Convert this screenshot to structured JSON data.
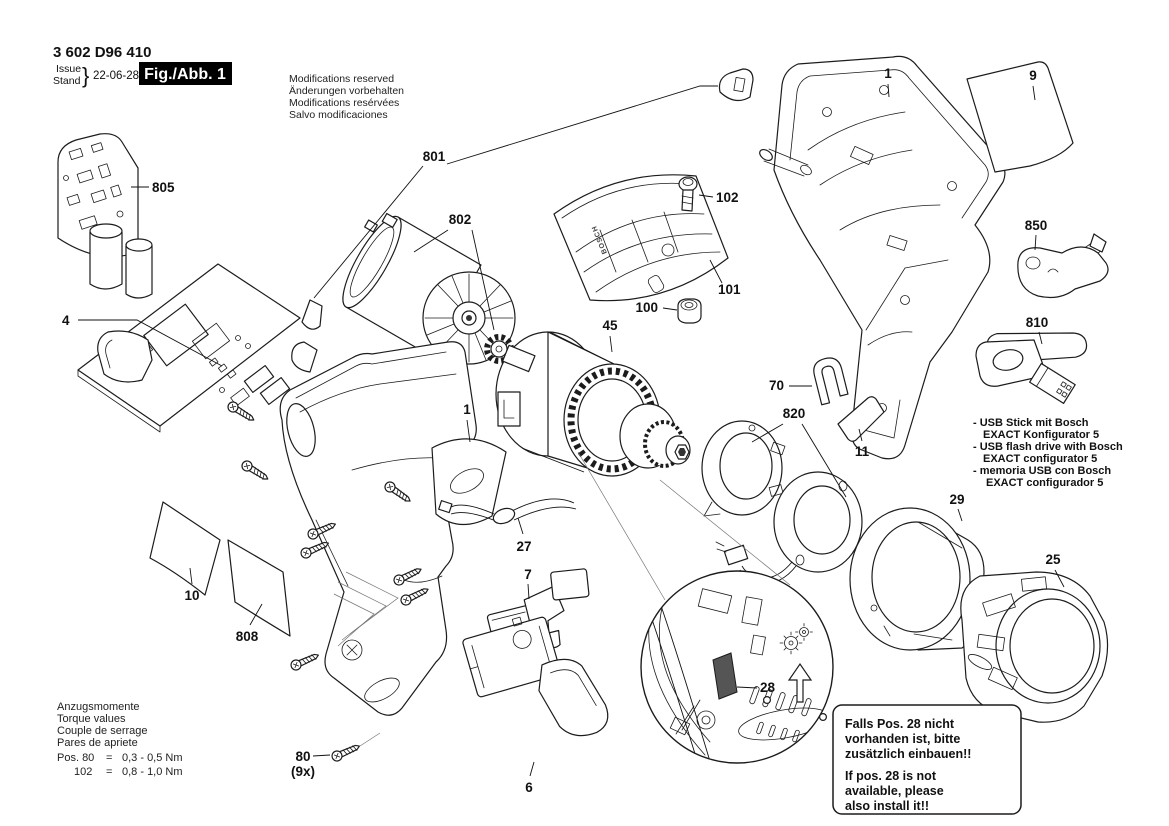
{
  "doc": {
    "part_number": "3 602 D96 410",
    "issue_label": "Issue",
    "stand_label": "Stand",
    "brace": "}",
    "date": "22-06-28",
    "figure_label": "Fig./Abb. 1",
    "brand_on_plate": "BOSCH"
  },
  "modifications_notice": [
    "Modifications reserved",
    "Änderungen vorbehalten",
    "Modifications resérvées",
    "Salvo modificaciones"
  ],
  "torque_note": {
    "heading": [
      "Anzugsmomente",
      "Torque values",
      "Couple de serrage",
      "Pares de apriete"
    ],
    "eq": "=",
    "rows": [
      {
        "pos": "Pos. 80",
        "val": "0,3 - 0,5 Nm"
      },
      {
        "pos": "102",
        "val": "0,8 - 1,0 Nm"
      }
    ]
  },
  "usb_note": [
    "- USB Stick mit Bosch",
    "EXACT Konfigurator 5",
    "- USB flash drive with Bosch",
    "EXACT configurator 5",
    "- memoria USB con Bosch",
    "EXACT configurador 5"
  ],
  "install_note": {
    "de": [
      "Falls Pos. 28 nicht",
      "vorhanden ist, bitte",
      "zusätzlich einbauen!!"
    ],
    "en": [
      "If pos. 28 is not",
      "available, please",
      "also install it!!"
    ]
  },
  "part_labels": {
    "pcb_display": "805",
    "pcb_main": "4",
    "motor_group": "801",
    "motor": "802",
    "cover_screw": "102",
    "cover_plate": "101",
    "nut": "100",
    "gearbox": "45",
    "housing_left": "1",
    "housing_right": "1",
    "info_label": "9",
    "key": "850",
    "usb_stick": "810",
    "clip": "70",
    "ring_group": "820",
    "sticker_11": "11",
    "sleeve": "29",
    "nose_cap": "25",
    "cable": "27",
    "switch": "7",
    "trigger": "6",
    "sticker_10": "10",
    "sticker_808": "808",
    "screw": "80",
    "screw_qty": "(9x)",
    "insert_part": "28"
  }
}
